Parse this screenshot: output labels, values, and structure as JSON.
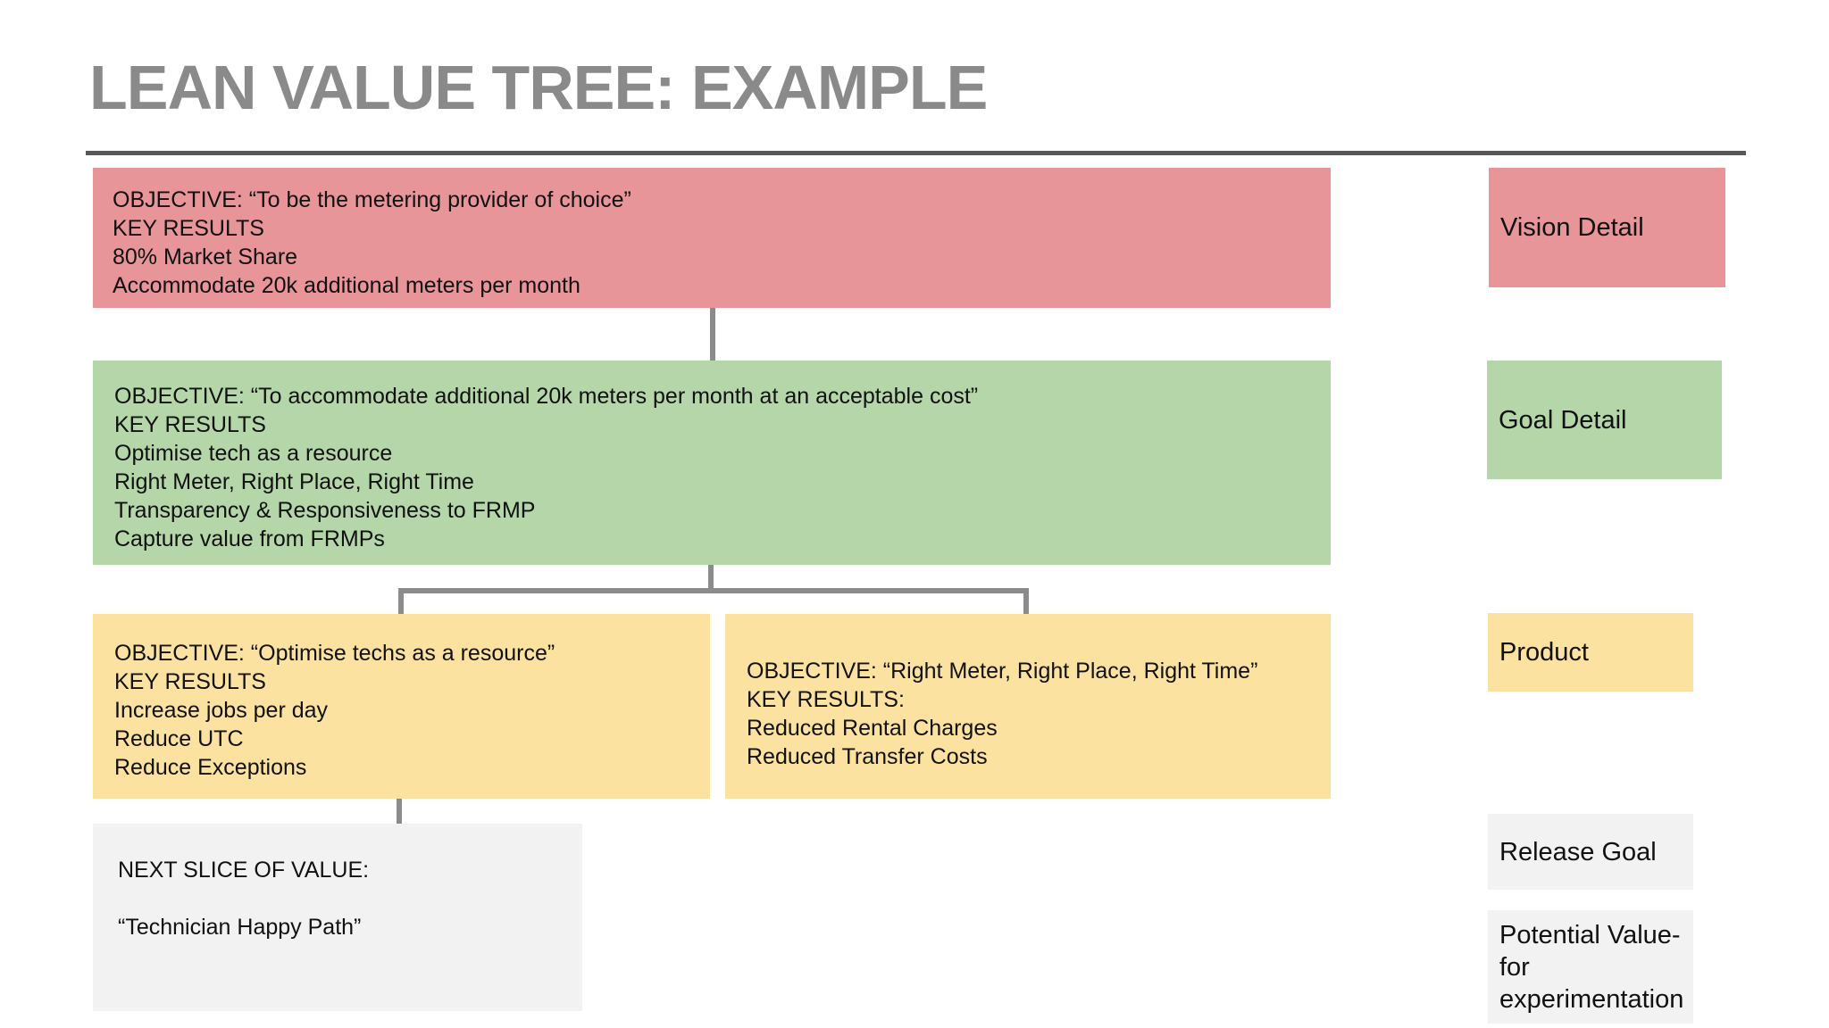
{
  "title": "LEAN VALUE TREE: EXAMPLE",
  "colors": {
    "vision": "#E8959A",
    "goal": "#B4D6A8",
    "product": "#FBE2A0",
    "neutral": "#F2F2F2",
    "connector": "#8B8B8B",
    "title_gray": "#8A8A8A"
  },
  "nodes": {
    "vision": {
      "lines": [
        "OBJECTIVE: “To be the metering provider of choice”",
        "KEY RESULTS",
        "80% Market Share",
        "Accommodate 20k additional meters per month"
      ]
    },
    "goal": {
      "lines": [
        "OBJECTIVE: “To accommodate additional 20k meters per month at an acceptable cost”",
        "KEY RESULTS",
        "Optimise tech as a resource",
        "Right Meter, Right Place, Right Time",
        "Transparency & Responsiveness to FRMP",
        "Capture value from FRMPs"
      ]
    },
    "product_left": {
      "lines": [
        "OBJECTIVE: “Optimise techs as a resource”",
        "KEY RESULTS",
        "Increase jobs per day",
        "Reduce UTC",
        "Reduce Exceptions"
      ]
    },
    "product_right": {
      "lines": [
        "OBJECTIVE: “Right Meter, Right Place, Right Time”",
        "KEY RESULTS:",
        "Reduced Rental Charges",
        "Reduced Transfer Costs"
      ]
    },
    "next_slice": {
      "lines": [
        "NEXT SLICE OF VALUE:",
        "“Technician Happy Path”"
      ]
    }
  },
  "legend": [
    {
      "label": "Vision Detail"
    },
    {
      "label": "Goal Detail"
    },
    {
      "label": "Product"
    },
    {
      "label": "Release Goal"
    },
    {
      "label": "Potential Value- for experimentation"
    }
  ]
}
